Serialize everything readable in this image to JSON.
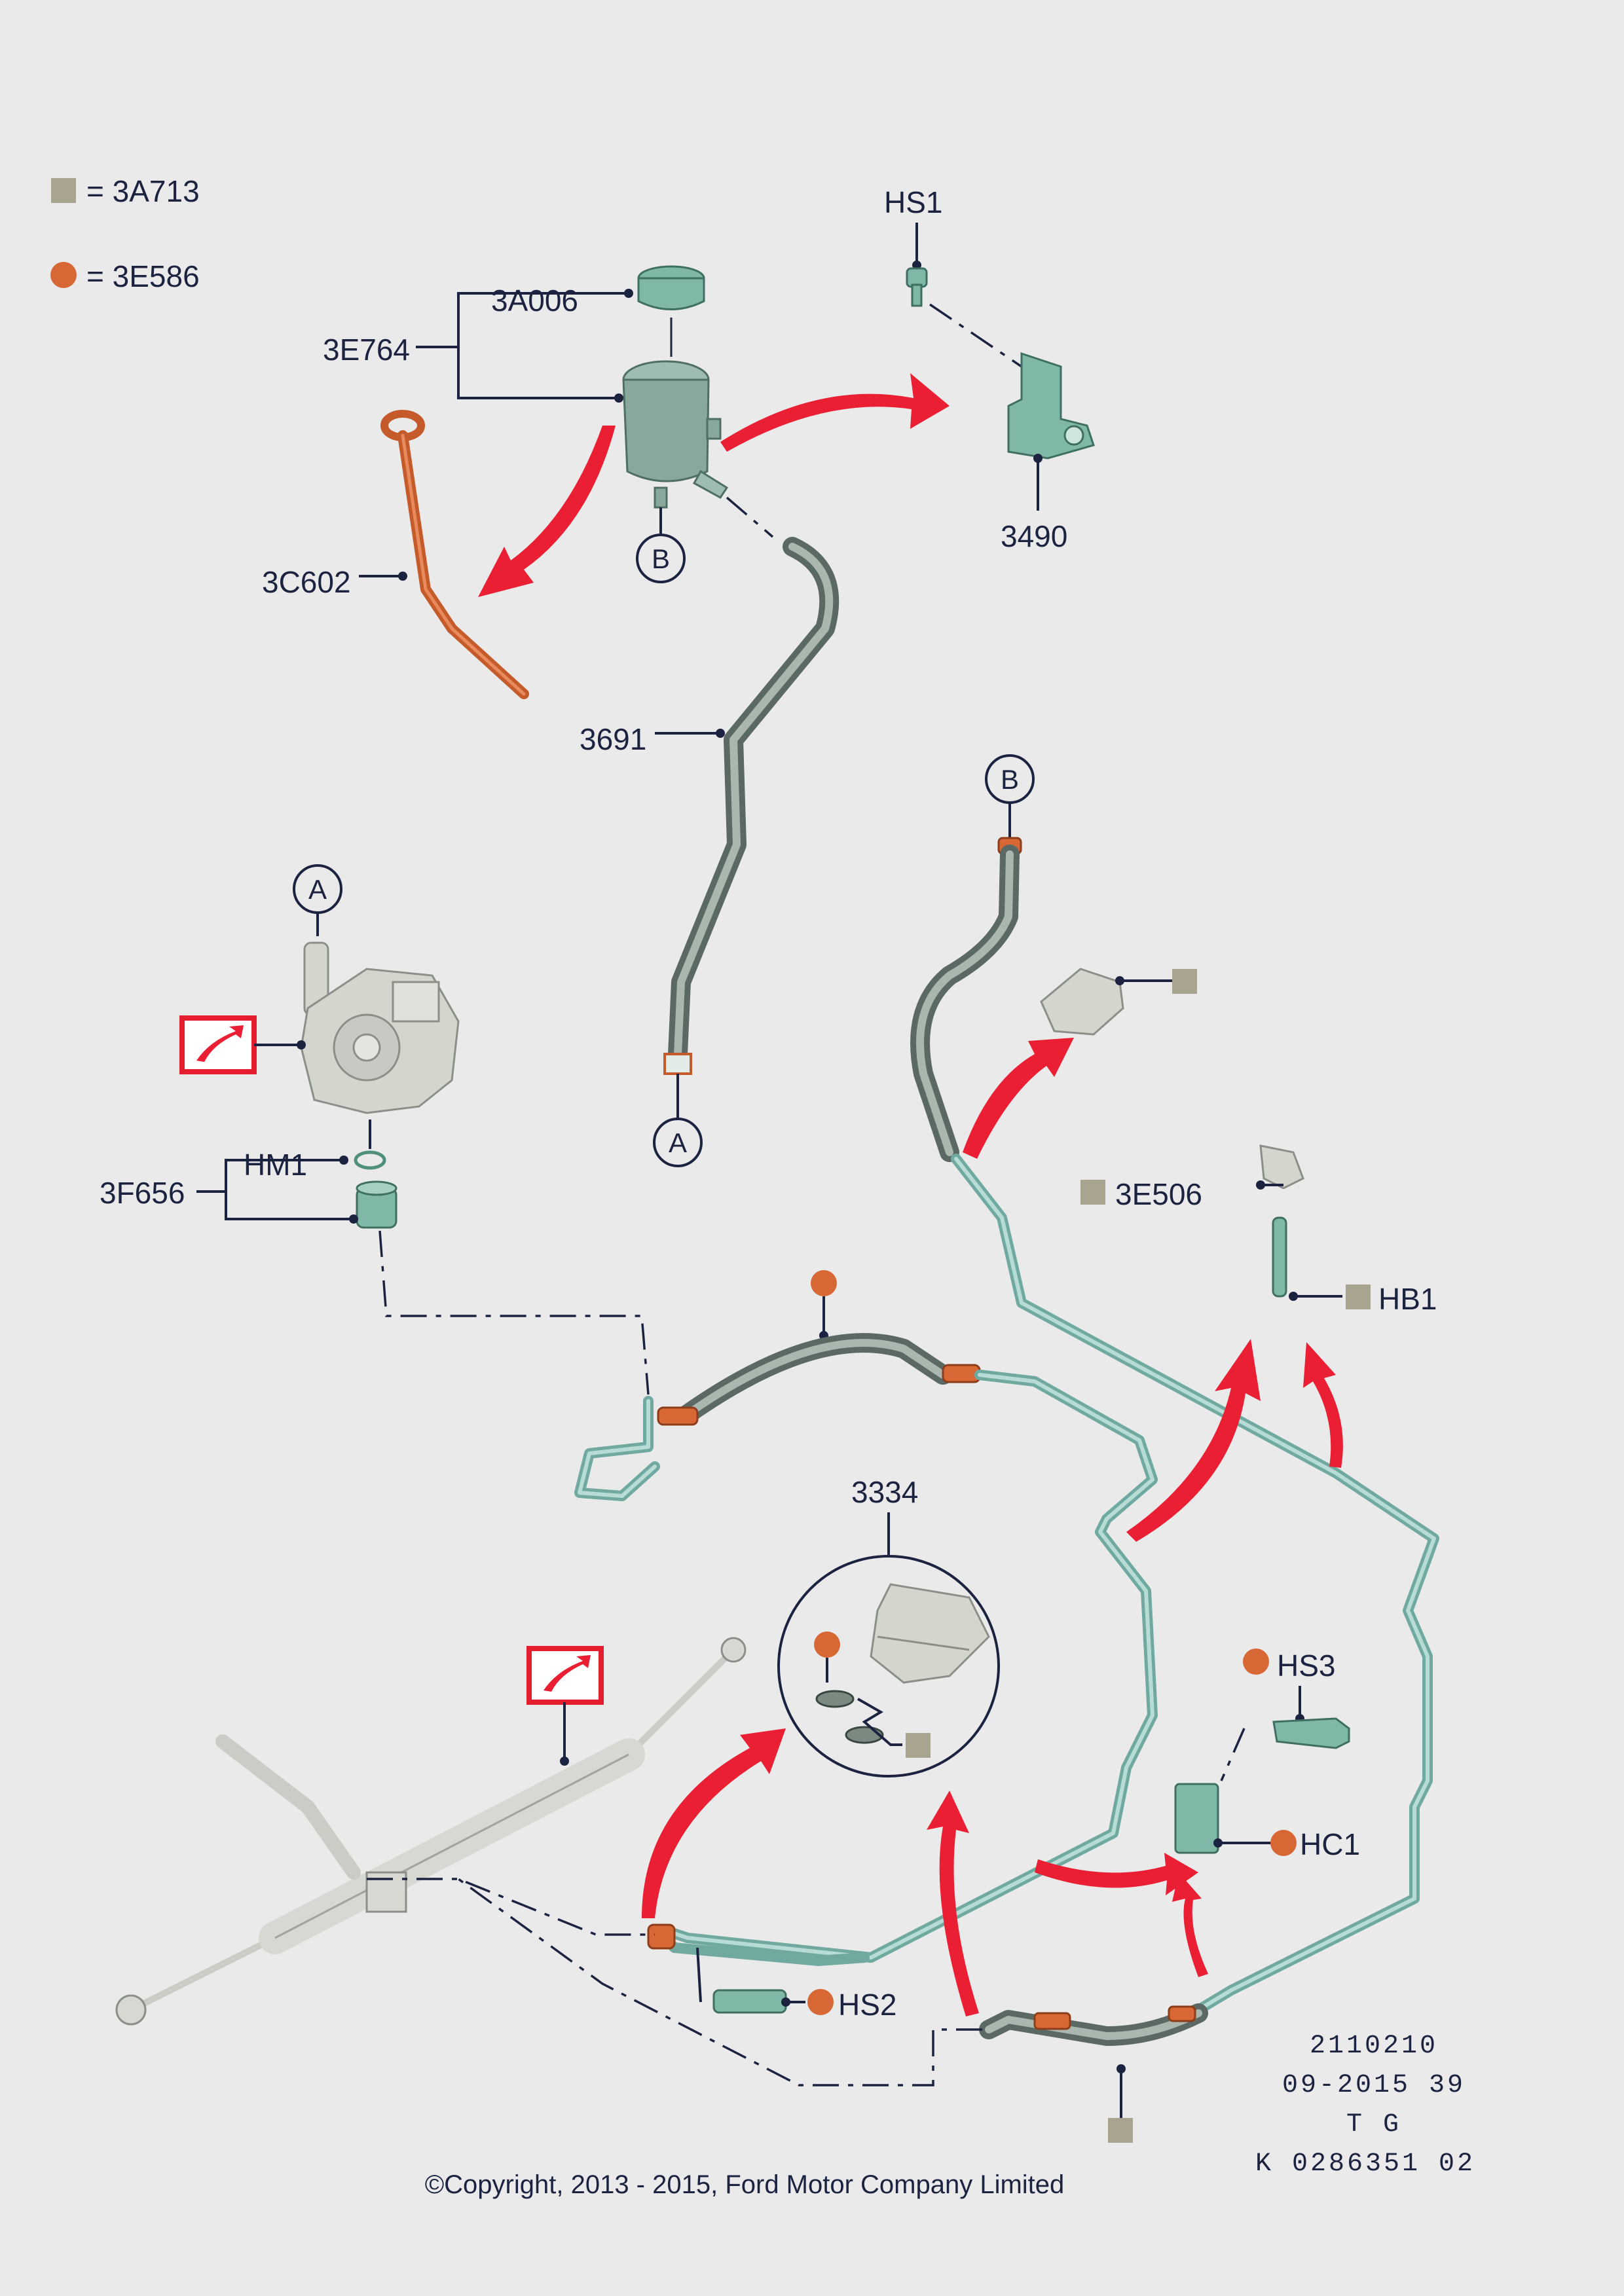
{
  "legend": {
    "items": [
      {
        "symbol": "grey-square",
        "text": "= 3A713",
        "color": "#a8a48f"
      },
      {
        "symbol": "orange-circle",
        "text": "= 3E586",
        "color": "#d76836"
      }
    ]
  },
  "labels": {
    "hs1": "HS1",
    "l_3a006": "3A006",
    "l_3e764": "3E764",
    "l_3490": "3490",
    "l_3c602": "3C602",
    "l_3691": "3691",
    "hm1": "HM1",
    "l_3f656": "3F656",
    "l_3e506": "3E506",
    "hb1": "HB1",
    "l_3334": "3334",
    "hs3": "HS3",
    "hc1": "HC1",
    "hs2": "HS2"
  },
  "connectors": {
    "a_top": "A",
    "a_bottom": "A",
    "b_top": "B",
    "b_reservoir": "B"
  },
  "reference": {
    "line1": "2110210",
    "line2": "09-2015 39",
    "line3": "T G",
    "line4": "K 0286351 02"
  },
  "copyright": "©Copyright, 2013 - 2015, Ford Motor Company Limited",
  "colors": {
    "accent_arrow": "#ea1f33",
    "leader": "#1c2340",
    "tube": "#6fa9a0",
    "background": "#eaeaea"
  }
}
